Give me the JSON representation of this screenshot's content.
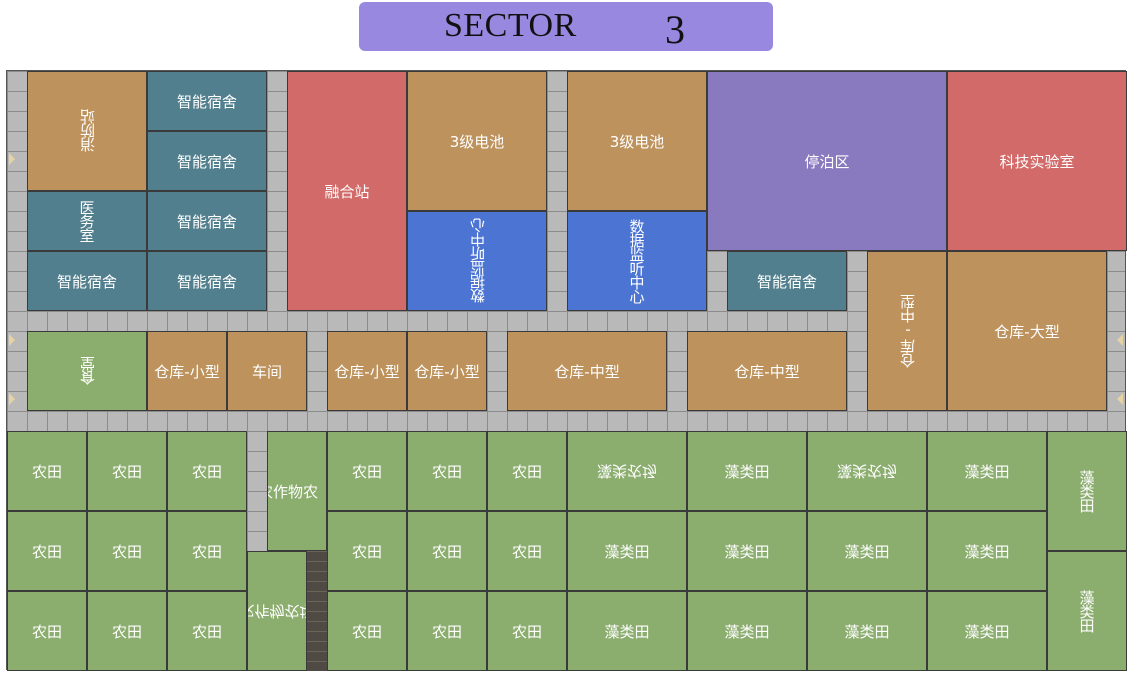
{
  "header": {
    "title": "SECTOR",
    "sector_number": "3"
  },
  "colors": {
    "header_bg": "#9888e0",
    "road": "#b9b9b9",
    "brown": "#bd925d",
    "teal": "#517f8e",
    "red": "#d16a68",
    "blue": "#4b74d3",
    "purple": "#8979be",
    "green": "#8bad6e"
  },
  "labels": {
    "fire_station": "消防站",
    "smart_dorm": "智能宿舍",
    "fusion_station": "融合站",
    "battery_l3": "3级电池",
    "parking": "停泊区",
    "tech_lab": "科技实验室",
    "clinic": "医务室",
    "data_center": "数据监听中心",
    "warehouse_large": "仓库-大型",
    "warehouse_medium": "仓库-中型",
    "warehouse_small": "仓库-小型",
    "canteen": "食堂",
    "workshop": "车间",
    "farm": "农田",
    "crop_farm": "农作物农场",
    "crop_farm_clip": "农作物农",
    "algae_field": "藻类田",
    "algae_farm": "藻类农场"
  }
}
